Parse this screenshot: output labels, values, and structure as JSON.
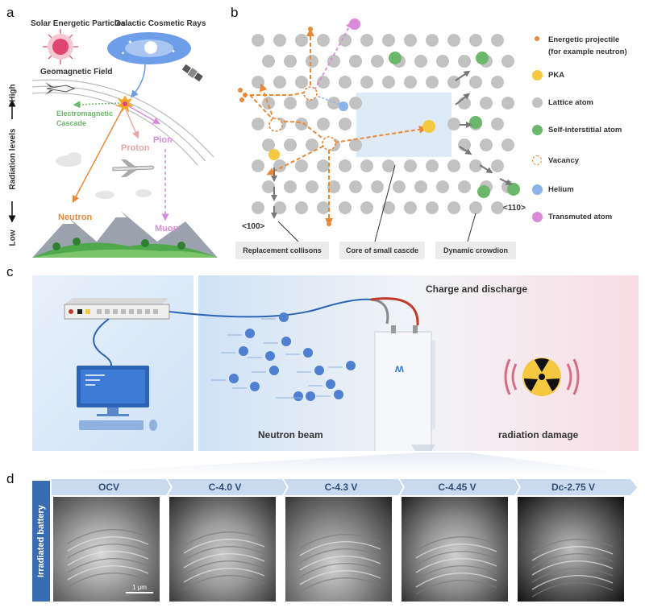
{
  "panels": {
    "a": {
      "letter": "a",
      "solar_particles": "Solar Energetic Particles",
      "cosmic_rays": "Galactic Cosmetic Rays",
      "geomagnetic_field": "Geomagnetic Field",
      "em_cascade": "Electromagnetic\nCascade",
      "proton": "Proton",
      "pion": "Pion",
      "neutron": "Neutron",
      "muon": "Muon",
      "axis_high": "High",
      "axis_label": "Radiation levels",
      "axis_low": "Low"
    },
    "b": {
      "letter": "b",
      "dir_100": "<100>",
      "dir_110": "<110>",
      "boxes": [
        "Replacement collisons",
        "Core of small cascde",
        "Dynamic crowdion"
      ],
      "legend": [
        {
          "label": "Energetic projectile\n(for example neutron)",
          "color": "#e8893a",
          "kind": "small"
        },
        {
          "label": "PKA",
          "color": "#f5c842",
          "kind": "dot"
        },
        {
          "label": "Lattice atom",
          "color": "#c2c2c2",
          "kind": "dot"
        },
        {
          "label": "Self-interstitial atom",
          "color": "#6cb86a",
          "kind": "dot"
        },
        {
          "label": "Vacancy",
          "color": "#e8893a",
          "kind": "ring"
        },
        {
          "label": "Helium",
          "color": "#8ab3e8",
          "kind": "dot"
        },
        {
          "label": "Transmuted atom",
          "color": "#d98ad9",
          "kind": "dot"
        }
      ]
    },
    "c": {
      "letter": "c",
      "charge_label": "Charge and discharge",
      "neutron_beam": "Neutron beam",
      "radiation_damage": "radiation damage"
    },
    "d": {
      "letter": "d",
      "side_label": "Irradiated battery",
      "stages": [
        "OCV",
        "C-4.0 V",
        "C-4.3 V",
        "C-4.45 V",
        "Dc-2.75 V"
      ],
      "scale_bar": "1 μm"
    }
  },
  "colors": {
    "orange": "#e8893a",
    "green": "#6cb86a",
    "pink": "#d98ad9",
    "blue_text": "#2f4f73",
    "arrow_bar": "#c9d9ee"
  }
}
